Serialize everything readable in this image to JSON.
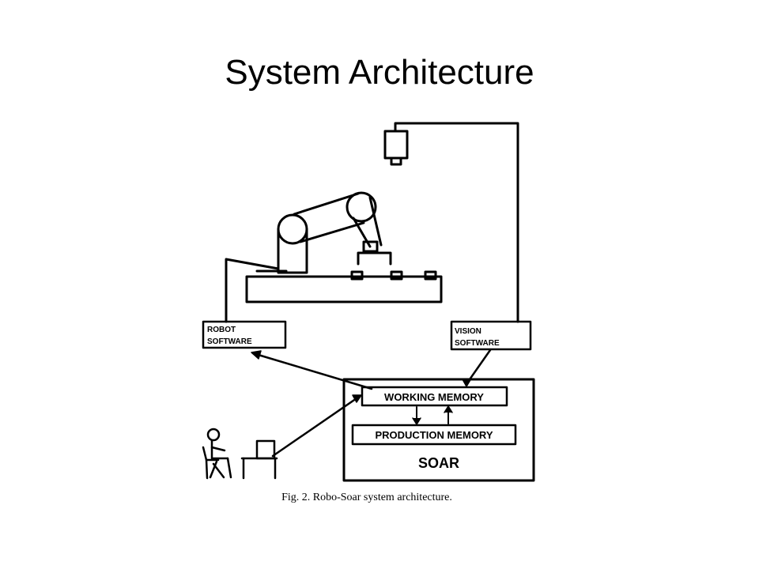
{
  "slide": {
    "title": "System Architecture"
  },
  "diagram": {
    "robot_software_label": [
      "ROBOT",
      "SOFTWARE"
    ],
    "vision_software_label": [
      "VISION",
      "SOFTWARE"
    ],
    "working_memory_label": "WORKING MEMORY",
    "production_memory_label": "PRODUCTION MEMORY",
    "soar_label": "SOAR",
    "caption": "Fig. 2. Robo-Soar system architecture."
  },
  "colors": {
    "background": "#ffffff",
    "ink": "#000000"
  }
}
